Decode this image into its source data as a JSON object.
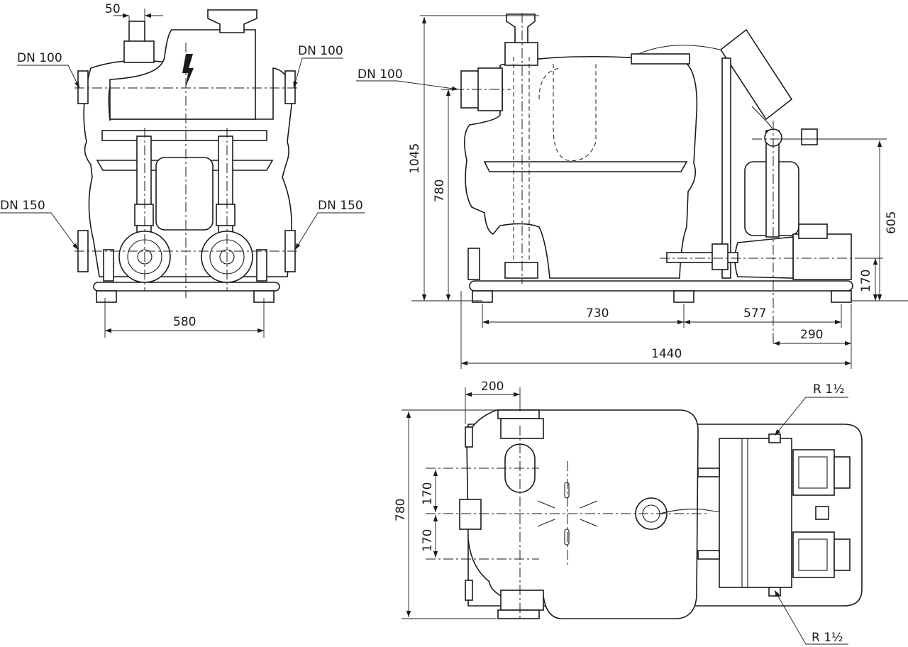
{
  "front_view": {
    "dn_top_left": "DN 100",
    "dn_top_right": "DN 100",
    "dn_bottom_left": "DN 150",
    "dn_bottom_right": "DN 150",
    "dim_top": "50",
    "dim_base_width": "580"
  },
  "side_view": {
    "dn_inlet": "DN 100",
    "dim_total_height": "1045",
    "dim_inlet_height": "780",
    "dim_pump_height": "605",
    "dim_foot_height": "170",
    "dim_tank_base": "730",
    "dim_pump_section": "577",
    "dim_pump_offset": "290",
    "dim_total_length": "1440"
  },
  "top_view": {
    "dim_inlet_offset": "200",
    "dim_width": "780",
    "dim_upper_170": "170",
    "dim_lower_170": "170",
    "thread_top": "R 1½",
    "thread_bottom": "R 1½"
  },
  "icons": [
    "high-voltage-icon"
  ],
  "colors": {
    "line": "#1a1a1a",
    "background": "#ffffff"
  }
}
